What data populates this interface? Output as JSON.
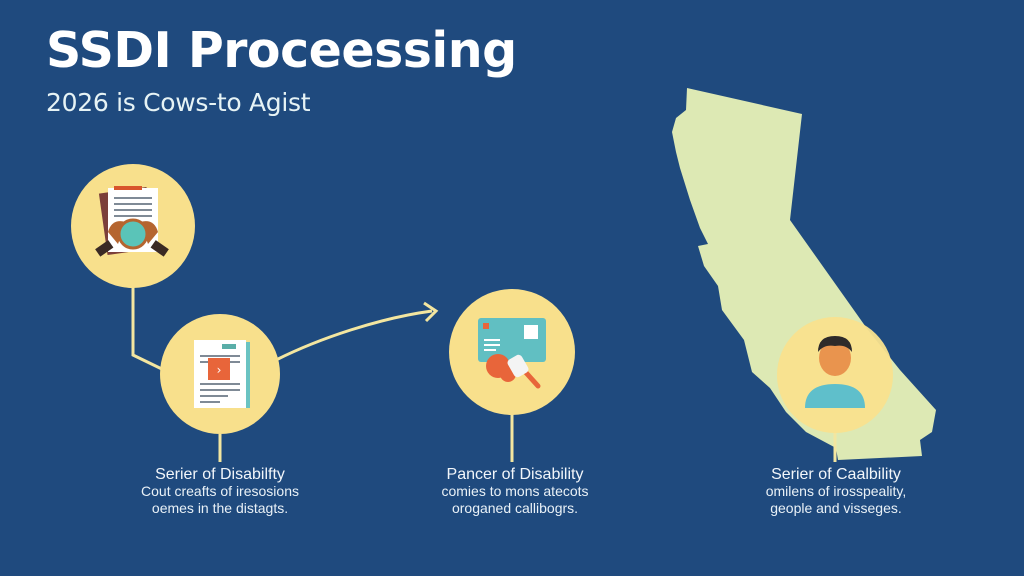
{
  "header": {
    "title": "SSDI Proceessing",
    "subtitle": "2026 is Cows-to Agist"
  },
  "steps": [
    {
      "icon": "document-hands-globe-icon",
      "caption_head": "",
      "caption_lines": []
    },
    {
      "icon": "document-icon",
      "caption_head": "Serier of Disabilfty",
      "caption_lines": [
        "Cout creafts of iresosions",
        "oemes in the distagts."
      ]
    },
    {
      "icon": "card-stamp-icon",
      "caption_head": "Pancer of Disability",
      "caption_lines": [
        "comies to mons atecots",
        "oroganed callibogrs."
      ]
    },
    {
      "icon": "person-icon",
      "caption_head": "Serier of Caalbility",
      "caption_lines": [
        "omilens of irosspeality,",
        "geople and visseges."
      ]
    }
  ],
  "map": {
    "region": "california-map"
  },
  "colors": {
    "background": "#1f4a7e",
    "circle": "#f8e08c",
    "connector": "#f3e6a0",
    "map_fill": "#dde9b4"
  }
}
